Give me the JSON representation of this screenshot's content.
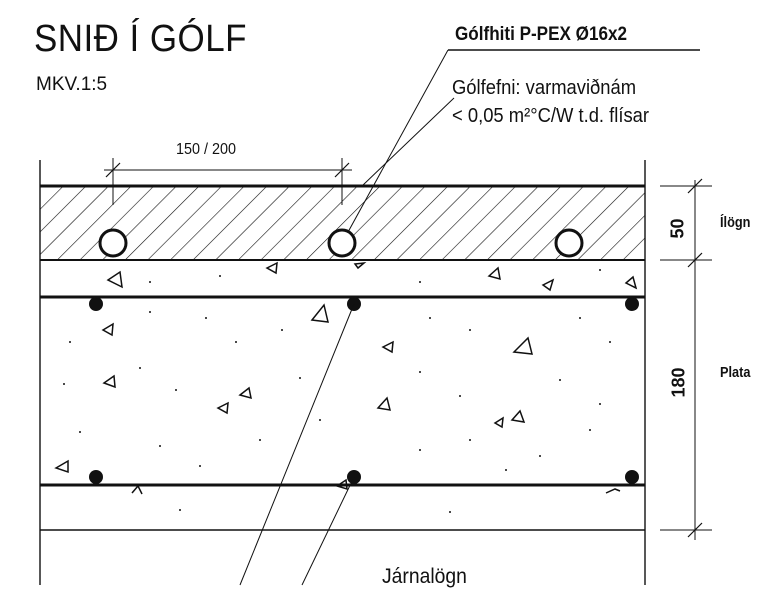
{
  "title": "SNIÐ Í GÓLF",
  "scale": "MKV.1:5",
  "labels": {
    "pipe": "Gólfhiti P-PEX Ø16x2",
    "floor_line1": "Gólfefni: varmaviðnám",
    "floor_line2": "< 0,05 m²°C/W  t.d. flísar",
    "spacing": "150 / 200",
    "screed_thickness": "50",
    "screed": "Ílögn",
    "slab_thickness": "180",
    "slab": "Plata",
    "rebar": "Járnalögn"
  },
  "colors": {
    "ink": "#111111",
    "background": "#ffffff"
  }
}
